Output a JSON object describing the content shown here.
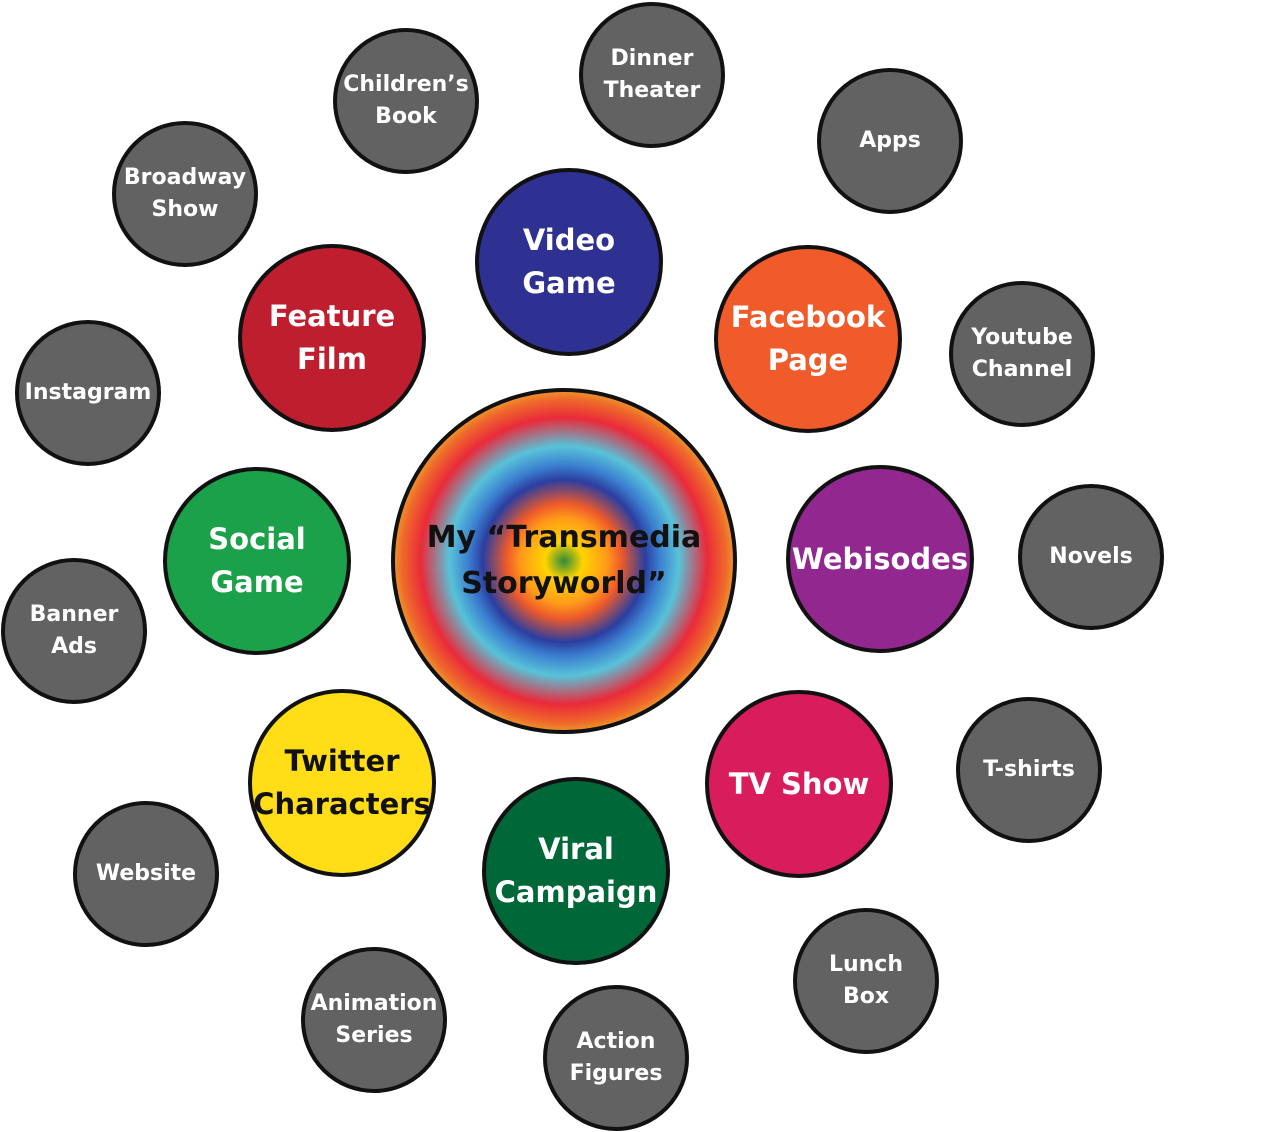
{
  "center": {
    "label": "My “Transmedia\nStoryworld”"
  },
  "inner_ring": [
    {
      "id": "video-game",
      "label": "Video\nGame",
      "color": "#2e3192"
    },
    {
      "id": "facebook-page",
      "label": "Facebook\nPage",
      "color": "#f15a29"
    },
    {
      "id": "webisodes",
      "label": "Webisodes",
      "color": "#92278f"
    },
    {
      "id": "tv-show",
      "label": "TV Show",
      "color": "#d91c5c"
    },
    {
      "id": "viral-campaign",
      "label": "Viral\nCampaign",
      "color": "#006838"
    },
    {
      "id": "twitter-characters",
      "label": "Twitter\nCharacters",
      "color": "#ffde17",
      "text_color": "#111111"
    },
    {
      "id": "social-game",
      "label": "Social\nGame",
      "color": "#1aa14a"
    },
    {
      "id": "feature-film",
      "label": "Feature\nFilm",
      "color": "#be1e2d"
    }
  ],
  "outer_ring": [
    {
      "id": "childrens-book",
      "label": "Children’s\nBook"
    },
    {
      "id": "dinner-theater",
      "label": "Dinner\nTheater"
    },
    {
      "id": "apps",
      "label": "Apps"
    },
    {
      "id": "broadway-show",
      "label": "Broadway\nShow"
    },
    {
      "id": "youtube-channel",
      "label": "Youtube\nChannel"
    },
    {
      "id": "instagram",
      "label": "Instagram"
    },
    {
      "id": "novels",
      "label": "Novels"
    },
    {
      "id": "banner-ads",
      "label": "Banner\nAds"
    },
    {
      "id": "t-shirts",
      "label": "T-shirts"
    },
    {
      "id": "website",
      "label": "Website"
    },
    {
      "id": "lunch-box",
      "label": "Lunch\nBox"
    },
    {
      "id": "animation-series",
      "label": "Animation\nSeries"
    },
    {
      "id": "action-figures",
      "label": "Action\nFigures"
    }
  ],
  "colors": {
    "outer_fill": "#626262",
    "outline": "#111111",
    "background": "#ffffff"
  }
}
